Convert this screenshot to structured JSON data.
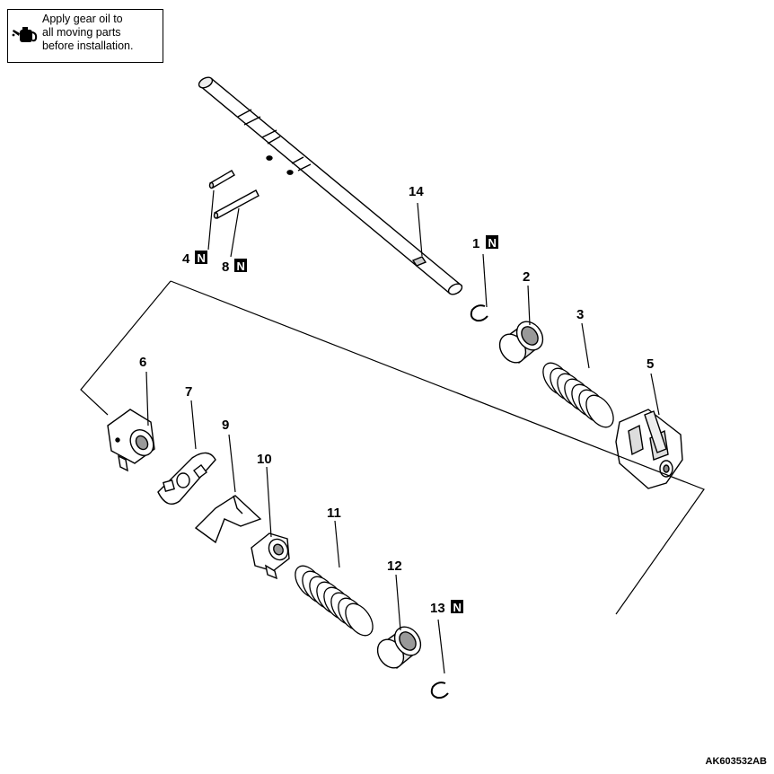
{
  "note": {
    "icon": "oil-can-icon",
    "lines": [
      "Apply gear oil to",
      "all moving parts",
      "before installation."
    ]
  },
  "figure_id": "AK603532AB",
  "new_part_mark": "N",
  "callouts": [
    {
      "label": "1",
      "new_part": true
    },
    {
      "label": "2",
      "new_part": false
    },
    {
      "label": "3",
      "new_part": false
    },
    {
      "label": "4",
      "new_part": true
    },
    {
      "label": "5",
      "new_part": false
    },
    {
      "label": "6",
      "new_part": false
    },
    {
      "label": "7",
      "new_part": false
    },
    {
      "label": "8",
      "new_part": true
    },
    {
      "label": "9",
      "new_part": false
    },
    {
      "label": "10",
      "new_part": false
    },
    {
      "label": "11",
      "new_part": false
    },
    {
      "label": "12",
      "new_part": false
    },
    {
      "label": "13",
      "new_part": true
    },
    {
      "label": "14",
      "new_part": false
    }
  ]
}
